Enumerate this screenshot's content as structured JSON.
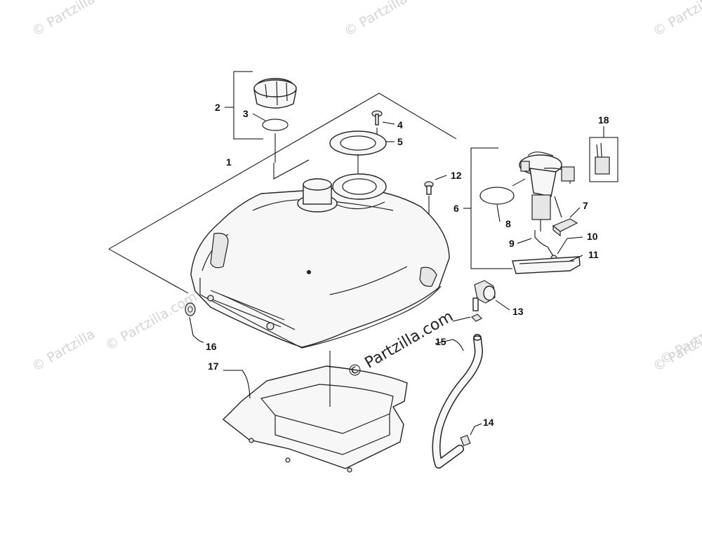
{
  "watermarks": {
    "top_left": "© Partzilla",
    "top_center": "© Partzilla",
    "top_right": "© Partzilla",
    "mid_left": "© Partzilla.com",
    "mid_right": "© Partzilla",
    "lower_left": "© Partzilla",
    "lower_right": "© Partzilla",
    "center": "© Partzilla.com"
  },
  "callouts": {
    "c1": "1",
    "c2": "2",
    "c3": "3",
    "c4": "4",
    "c5": "5",
    "c6": "6",
    "c7": "7",
    "c8": "8",
    "c9": "9",
    "c10": "10",
    "c11": "11",
    "c12": "12",
    "c13": "13",
    "c14": "14",
    "c15": "15",
    "c16": "16",
    "c17": "17",
    "c18": "18"
  }
}
